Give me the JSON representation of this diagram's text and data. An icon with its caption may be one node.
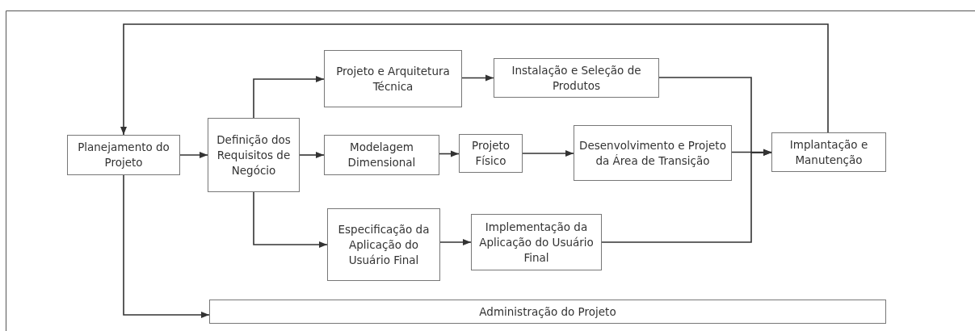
{
  "diagram": {
    "nodes": [
      {
        "text": [
          "Planejamento do Projeto"
        ]
      },
      {
        "text": [
          "Definição dos Requisitos de Negócio"
        ]
      },
      {
        "text": [
          "Projeto e Arquitetura Técnica"
        ]
      },
      {
        "text": [
          "Instalação e Seleção de Produtos"
        ]
      },
      {
        "text": [
          "Modelagem Dimensional"
        ]
      },
      {
        "text": [
          "Projeto Físico"
        ]
      },
      {
        "text": [
          "Desenvolvimento e Projeto da Área de Transição"
        ]
      },
      {
        "text": [
          "Implantação e Manutenção"
        ]
      },
      {
        "text": [
          "Especificação da Aplicação do Usuário Final"
        ]
      },
      {
        "text": [
          "Implementação da Aplicação do Usuário Final"
        ]
      },
      {
        "text": [
          "Administração do Projeto"
        ]
      }
    ],
    "edges": [
      {
        "from": 0,
        "to": 1,
        "arrow": "to"
      },
      {
        "from": 1,
        "to": 2,
        "arrow": "to"
      },
      {
        "from": 1,
        "to": 4,
        "arrow": "to"
      },
      {
        "from": 1,
        "to": 8,
        "arrow": "to"
      },
      {
        "from": 2,
        "to": 3,
        "arrow": "to"
      },
      {
        "from": 4,
        "to": 5,
        "arrow": "to"
      },
      {
        "from": 5,
        "to": 6,
        "arrow": "to"
      },
      {
        "from": 8,
        "to": 9,
        "arrow": "to"
      },
      {
        "from": 3,
        "to": 7,
        "arrow": "to"
      },
      {
        "from": 6,
        "to": 7,
        "arrow": "to"
      },
      {
        "from": 9,
        "to": 7,
        "arrow": "to"
      },
      {
        "from": 7,
        "to": 0,
        "arrow": "to"
      },
      {
        "from": 0,
        "to": 10,
        "arrow": "to"
      }
    ]
  }
}
